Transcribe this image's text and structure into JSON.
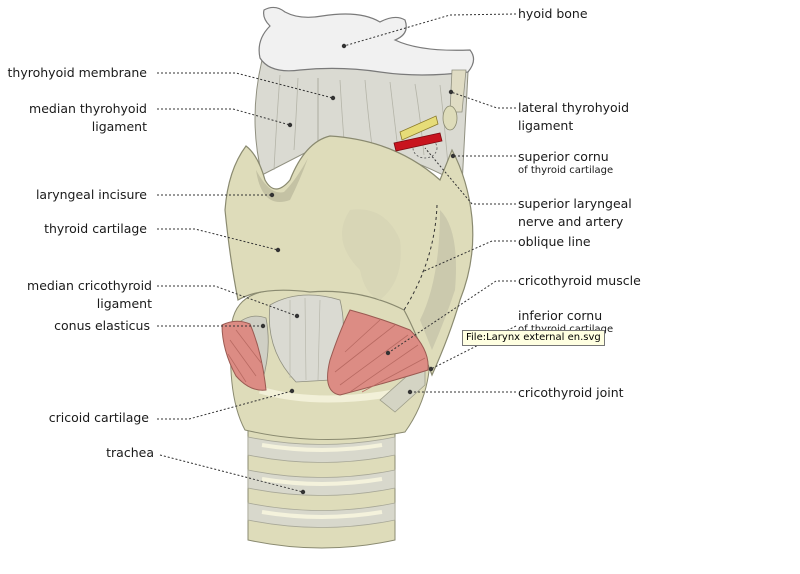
{
  "labels": {
    "hyoid_bone": "hyoid bone",
    "thyrohyoid_membrane": "thyrohyoid membrane",
    "median_thyrohyoid_1": "median thyrohyoid",
    "median_thyrohyoid_2": "ligament",
    "laryngeal_incisure": "laryngeal incisure",
    "thyroid_cartilage": "thyroid cartilage",
    "median_cricothyroid_1": "median cricothyroid",
    "median_cricothyroid_2": "ligament",
    "conus_elasticus": "conus elasticus",
    "cricoid_cartilage": "cricoid cartilage",
    "trachea": "trachea",
    "lateral_thyrohyoid_1": "lateral thyrohyoid",
    "lateral_thyrohyoid_2": "ligament",
    "superior_cornu": "superior cornu",
    "superior_cornu_sub": "of thyroid cartilage",
    "superior_laryngeal_1": "superior laryngeal",
    "superior_laryngeal_2": "nerve and artery",
    "oblique_line": "oblique line",
    "cricothyroid_muscle": "cricothyroid muscle",
    "inferior_cornu": "inferior cornu",
    "inferior_cornu_sub": "of thyroid cartilage",
    "cricothyroid_joint": "cricothyroid joint"
  },
  "tooltip": "File:Larynx external en.svg",
  "colors": {
    "cartilage": "#dedcba",
    "membrane": "#dadad2",
    "bone": "#f1f1f1",
    "muscle": "#dc8c84",
    "nerve": "#e6dc78",
    "artery": "#c8141e"
  }
}
